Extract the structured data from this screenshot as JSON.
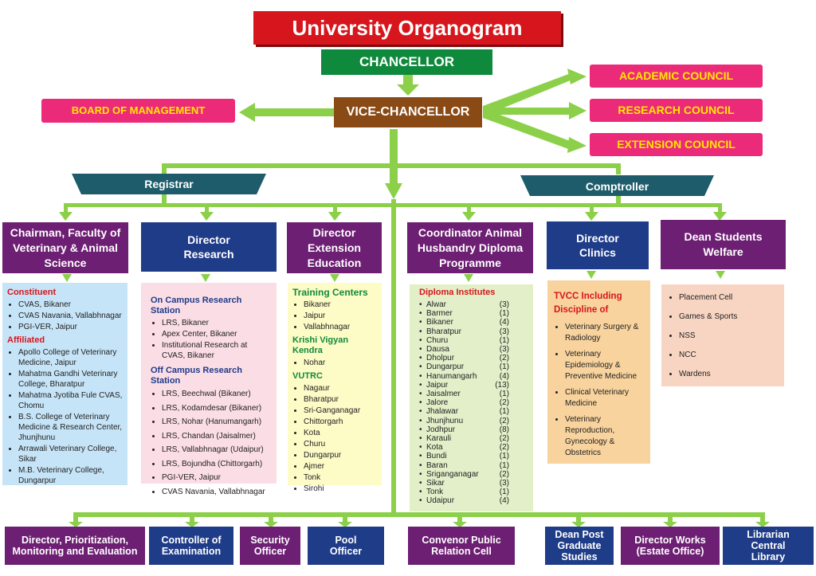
{
  "title": "University Organogram",
  "top": {
    "chancellor": "CHANCELLOR",
    "vice_chancellor": "VICE-CHANCELLOR",
    "board": "BOARD OF MANAGEMENT",
    "academic_council": "ACADEMIC COUNCIL",
    "research_council": "RESEARCH COUNCIL",
    "extension_council": "EXTENSION COUNCIL",
    "registrar": "Registrar",
    "comptroller": "Comptroller"
  },
  "heads": [
    "Chairman, Faculty of Veterinary & Animal Science",
    "Director Research",
    "Director Extension Education",
    "Coordinator Animal Husbandry Diploma Programme",
    "Director Clinics",
    "Dean Students Welfare"
  ],
  "faculty": {
    "constituent_title": "Constituent",
    "constituent": [
      "CVAS, Bikaner",
      "CVAS Navania, Vallabhnagar",
      "PGI-VER, Jaipur"
    ],
    "affiliated_title": "Affiliated",
    "affiliated": [
      "Apollo College of Veterinary Medicine, Jaipur",
      "Mahatma Gandhi Veterinary College, Bharatpur",
      "Mahatma Jyotiba Fule CVAS, Chomu",
      "B.S. College of Veterinary Medicine & Research Center, Jhunjhunu",
      "Arrawali Veterinary College, Sikar",
      "M.B. Veterinary College, Dungarpur"
    ]
  },
  "research": {
    "on_title": "On Campus Research Station",
    "on": [
      "LRS, Bikaner",
      "Apex Center, Bikaner",
      "Institutional Research at CVAS, Bikaner"
    ],
    "off_title": "Off Campus Research Station",
    "off": [
      "LRS,  Beechwal (Bikaner)",
      "LRS, Kodamdesar (Bikaner)",
      "LRS, Nohar (Hanumangarh)",
      "LRS, Chandan (Jaisalmer)",
      "LRS, Vallabhnagar (Udaipur)",
      "LRS, Bojundha (Chittorgarh)",
      "PGI-VER, Jaipur",
      "CVAS Navania, Vallabhnagar"
    ]
  },
  "extension": {
    "training_title": "Training Centers",
    "training": [
      "Bikaner",
      "Jaipur",
      "Vallabhnagar"
    ],
    "kvk_title": "Krishi Vigyan Kendra",
    "kvk": [
      "Nohar"
    ],
    "vutrc_title": "VUTRC",
    "vutrc": [
      "Nagaur",
      "Bharatpur",
      "Sri-Ganganagar",
      "Chittorgarh",
      "Kota",
      "Churu",
      "Dungarpur",
      "Ajmer",
      "Tonk",
      "Sirohi"
    ]
  },
  "diploma": {
    "title": "Diploma Institutes",
    "items": [
      [
        "Alwar",
        "(3)"
      ],
      [
        "Barmer",
        "(1)"
      ],
      [
        "Bikaner",
        "(4)"
      ],
      [
        "Bharatpur",
        "(3)"
      ],
      [
        "Churu",
        "(1)"
      ],
      [
        "Dausa",
        "(3)"
      ],
      [
        "Dholpur",
        "(2)"
      ],
      [
        "Dungarpur",
        "(1)"
      ],
      [
        "Hanumangarh",
        "(4)"
      ],
      [
        "Jaipur",
        "(13)"
      ],
      [
        "Jaisalmer",
        "(1)"
      ],
      [
        "Jalore",
        "(2)"
      ],
      [
        "Jhalawar",
        "(1)"
      ],
      [
        "Jhunjhunu",
        "(2)"
      ],
      [
        "Jodhpur",
        "(8)"
      ],
      [
        "Karauli",
        "(2)"
      ],
      [
        "Kota",
        "(2)"
      ],
      [
        "Bundi",
        "(1)"
      ],
      [
        "Baran",
        "(1)"
      ],
      [
        "Sriganganagar",
        "(2)"
      ],
      [
        "Sikar",
        "(3)"
      ],
      [
        "Tonk",
        "(1)"
      ],
      [
        "Udaipur",
        "(4)"
      ]
    ]
  },
  "clinics": {
    "title": "TVCC Including Discipline of",
    "items": [
      "Veterinary Surgery & Radiology",
      "Veterinary Epidemiology & Preventive Medicine",
      "Clinical Veterinary Medicine",
      "Veterinary Reproduction, Gynecology & Obstetrics"
    ]
  },
  "welfare": {
    "items": [
      "Placement Cell",
      "Games & Sports",
      "NSS",
      "NCC",
      "Wardens"
    ]
  },
  "bottom": [
    "Director, Prioritization, Monitoring and Evaluation",
    "Controller of Examination",
    "Security Officer",
    "Pool Officer",
    "Convenor Public Relation Cell",
    "Dean Post Graduate Studies",
    "Director Works (Estate Office)",
    "Librarian Central Library"
  ],
  "colors": {
    "title_bg": "#d6161c",
    "chancellor_bg": "#0f8a3c",
    "vc_bg": "#8a4a15",
    "council_bg": "#ec2a7a",
    "council_text": "#ffe800",
    "connector": "#8cd04a",
    "purple": "#6d1f73",
    "navy": "#1f3c88",
    "teal": "#1e5c6b"
  }
}
